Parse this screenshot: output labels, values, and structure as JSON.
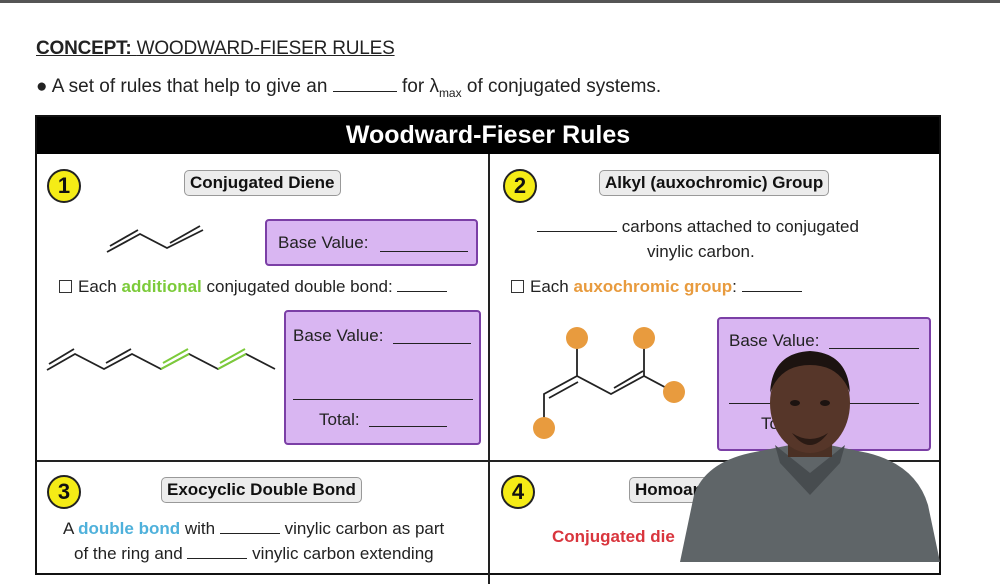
{
  "header": {
    "concept_label": "CONCEPT:",
    "concept_title": "WOODWARD-FIESER RULES",
    "definition_start": "A set of rules that help to give an",
    "definition_mid": "for",
    "lambda": "λ",
    "lambda_sub": "max",
    "definition_end": "of conjugated systems."
  },
  "table": {
    "title": "Woodward-Fieser Rules",
    "cells": [
      {
        "number": "1",
        "title": "Conjugated Diene",
        "base_value_label": "Base Value:",
        "rule_prefix": "Each",
        "rule_highlight": "additional",
        "rule_suffix": "conjugated double bond:",
        "box2_label": "Base Value:",
        "total_label": "Total:"
      },
      {
        "number": "2",
        "title": "Alkyl (auxochromic) Group",
        "line1": "carbons attached to conjugated",
        "line2": "vinylic carbon.",
        "rule_prefix": "Each",
        "rule_highlight": "auxochromic group",
        "rule_suffix": ":",
        "box_label": "Base Value:",
        "total_label": "To"
      },
      {
        "number": "3",
        "title": "Exocyclic Double Bond",
        "line1_prefix": "A",
        "line1_highlight": "double bond",
        "line1_mid": "with",
        "line1_suffix": "vinylic carbon as part",
        "line2_prefix": "of the ring and",
        "line2_suffix": "vinylic carbon extending"
      },
      {
        "number": "4",
        "title": "Homoan",
        "text": "Conjugated die"
      }
    ]
  },
  "colors": {
    "header_bg": "#000000",
    "badge": "#f5ec16",
    "purple_box": "#d9b6f2",
    "purple_border": "#7b3fa6",
    "green": "#7ccb3a",
    "orange": "#e89b3e",
    "blue": "#4fb1db",
    "red": "#d9353d"
  }
}
